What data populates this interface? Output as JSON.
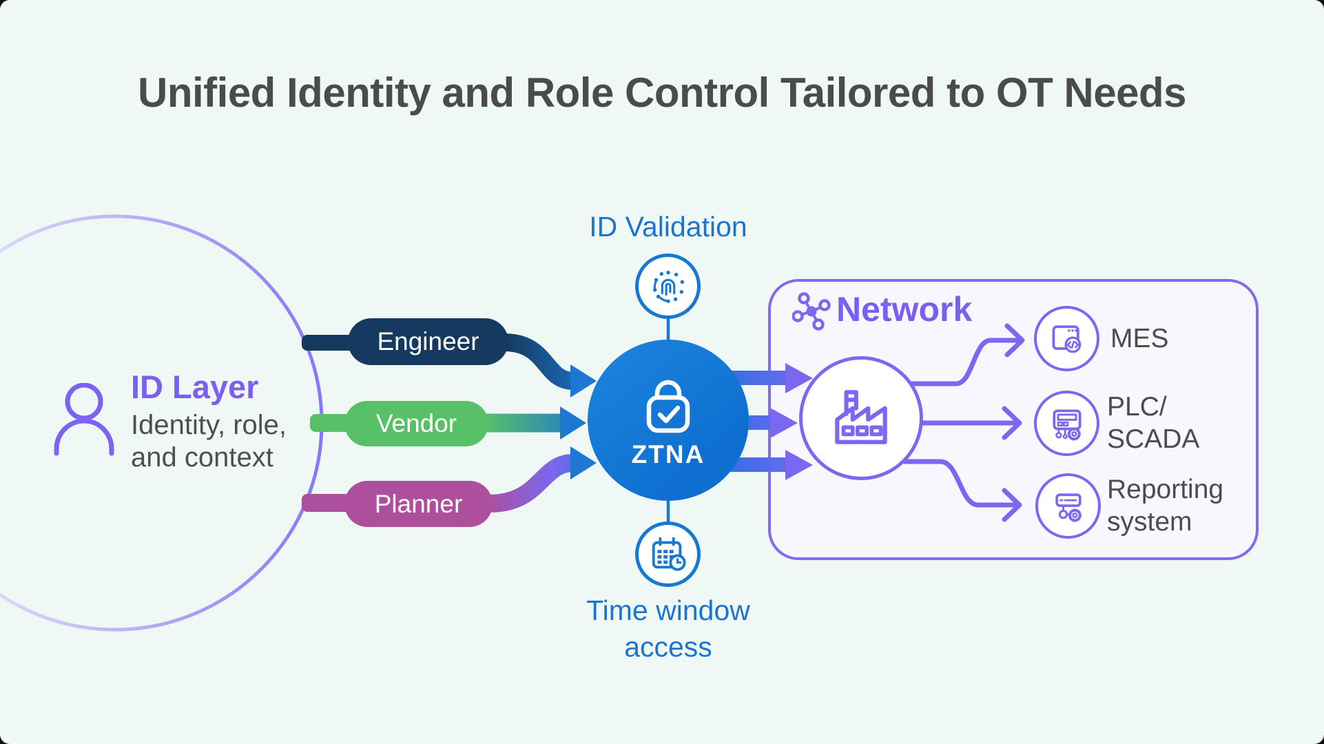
{
  "title": "Unified Identity and Role Control Tailored to OT Needs",
  "id_layer": {
    "heading": "ID Layer",
    "subtitle_lines": [
      "Identity, role,",
      "and context"
    ]
  },
  "roles": [
    {
      "label": "Engineer",
      "color": "#16395f"
    },
    {
      "label": "Vendor",
      "color": "#58c167"
    },
    {
      "label": "Planner",
      "color": "#ae4f9e"
    }
  ],
  "ztna": {
    "label": "ZTNA",
    "circle_color": "#1277d3",
    "validation_label": "ID Validation",
    "time_window_lines": [
      "Time window",
      "access"
    ]
  },
  "network": {
    "heading": "Network",
    "accent_color": "#7a68f0",
    "items": [
      {
        "lines": [
          "MES"
        ]
      },
      {
        "lines": [
          "PLC/",
          "SCADA"
        ]
      },
      {
        "lines": [
          "Reporting",
          "system"
        ]
      }
    ]
  },
  "icons": [
    "person-icon",
    "fingerprint-scan-icon",
    "lock-check-icon",
    "calendar-clock-icon",
    "network-nodes-icon",
    "factory-icon",
    "browser-code-icon",
    "plc-gear-icon",
    "report-gear-icon"
  ],
  "colors": {
    "background": "#f0f8f5",
    "title_text": "#4b4b4b",
    "blue_text": "#1b74d1",
    "blue_node": "#1277d3",
    "purple_accent": "#7a5ff2",
    "body_text": "#4c4c4c"
  }
}
